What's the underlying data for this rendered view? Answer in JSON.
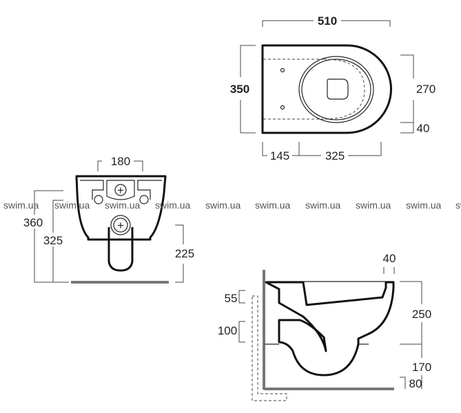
{
  "watermark": "swim.ua",
  "top_view": {
    "width": "510",
    "depth": "350",
    "bowl_depth": "270",
    "rim": "40",
    "rear_offset": "145",
    "front_offset": "325"
  },
  "front_view": {
    "fixing_spacing": "180",
    "height_total": "360",
    "height_rim": "325",
    "outlet_height": "225"
  },
  "side_view": {
    "rim_width": "40",
    "inlet_height": "55",
    "outlet_height": "100",
    "bowl_height": "250",
    "outlet_from_floor": "170",
    "wall_gap": "80"
  }
}
